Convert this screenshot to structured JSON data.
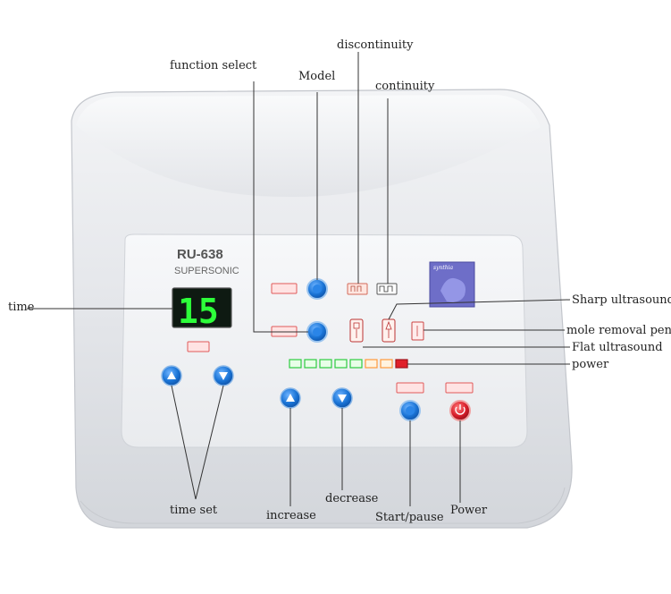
{
  "device": {
    "model": "RU-638",
    "subtitle": "SUPERSONIC",
    "display_value": "15",
    "logo_text": "synthia"
  },
  "labels": {
    "function_select": "function select",
    "model": "Model",
    "discontinuity": "discontinuity",
    "continuity": "continuity",
    "time": "time",
    "sharp_ultrasound": "Sharp ultrasound",
    "mole_removal_pen": "mole removal pen",
    "flat_ultrasound": "Flat ultrasound",
    "power_level": "power",
    "time_set": "time set",
    "increase": "increase",
    "decrease": "decrease",
    "start_pause": "Start/pause",
    "power_button": "Power"
  },
  "colors": {
    "panel": "#f2f4f6",
    "led_green": "#2ecc40",
    "led_orange": "#ff9a3c",
    "led_red": "#e0202a",
    "button_blue": "#1a74d6",
    "power_red": "#d81e2a"
  }
}
